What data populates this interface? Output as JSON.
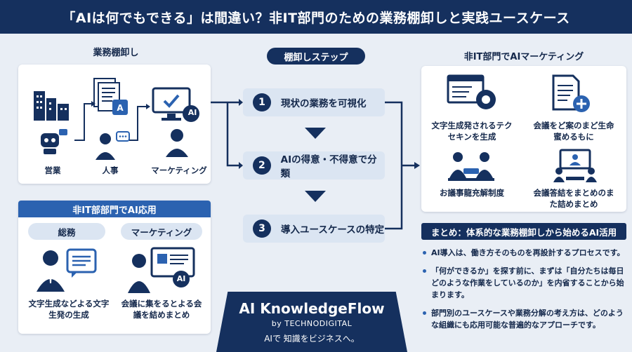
{
  "header": {
    "title": "「AIは何でもできる」は間違い？非IT部門のための業務棚卸しと実践ユースケース"
  },
  "inventory": {
    "title": "業務棚卸し",
    "labels": [
      "営業",
      "人事",
      "マーケティング"
    ],
    "ai_badge": "AI"
  },
  "steps": {
    "title": "棚卸しステップ",
    "items": [
      {
        "num": "1",
        "text": "現状の業務を可視化"
      },
      {
        "num": "2",
        "text": "AIの得意・不得意で分類"
      },
      {
        "num": "3",
        "text": "導入ユースケースの特定"
      }
    ]
  },
  "marketing": {
    "title": "非IT部門でAIマーケティング",
    "cells": [
      "文字生成発されるテクセキンを生成",
      "会議をど案のまど生命蜜めるもに",
      "お議事龍充解制度",
      "会議答結をまとめのまた詰めまとめ"
    ]
  },
  "nonit": {
    "title": "非IT部部門でAI応用",
    "tabs": [
      "総務",
      "マーケティング"
    ],
    "captions": [
      "文字生成などよる文字生発の生成",
      "会議に集をるとよる会議を結めまとめ"
    ],
    "ai_badge": "AI"
  },
  "summary": {
    "title": "まとめ：体系的な業務棚卸しから始めるAI活用",
    "bullets": [
      "AI導入は、働き方そのものを再設計するプロセスです。",
      "「何ができるか」を探す前に、まずは「自分たちは毎日どのような作業をしているのか」を内省することから始まります。",
      "部門別のユースケースや業務分解の考え方は、どのような組織にも応用可能な普遍的なアプローチです。"
    ]
  },
  "brand": {
    "name": "AI KnowledgeFlow",
    "by": "by TECHNODIGITAL",
    "tagline": "AIで 知識をビジネスへ。"
  },
  "colors": {
    "navy": "#15305e",
    "blue": "#2b62b0",
    "light": "#dbe5f2",
    "bg": "#e9eef5"
  }
}
